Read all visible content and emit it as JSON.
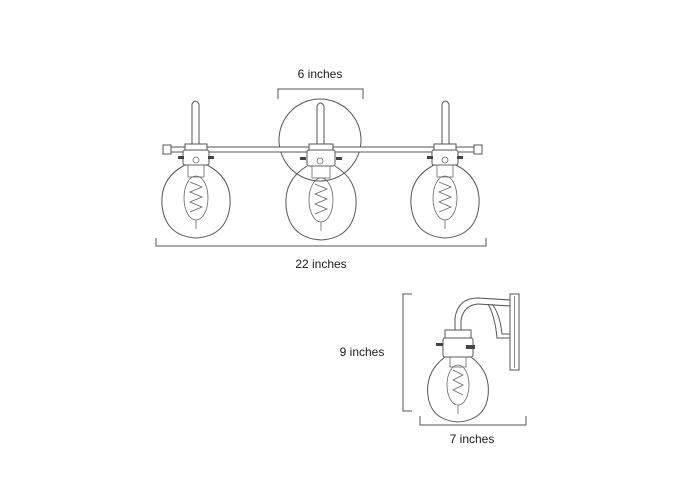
{
  "dimensions": {
    "backplate_width": "6 inches",
    "overall_width": "22 inches",
    "height": "9 inches",
    "extension": "7 inches"
  }
}
